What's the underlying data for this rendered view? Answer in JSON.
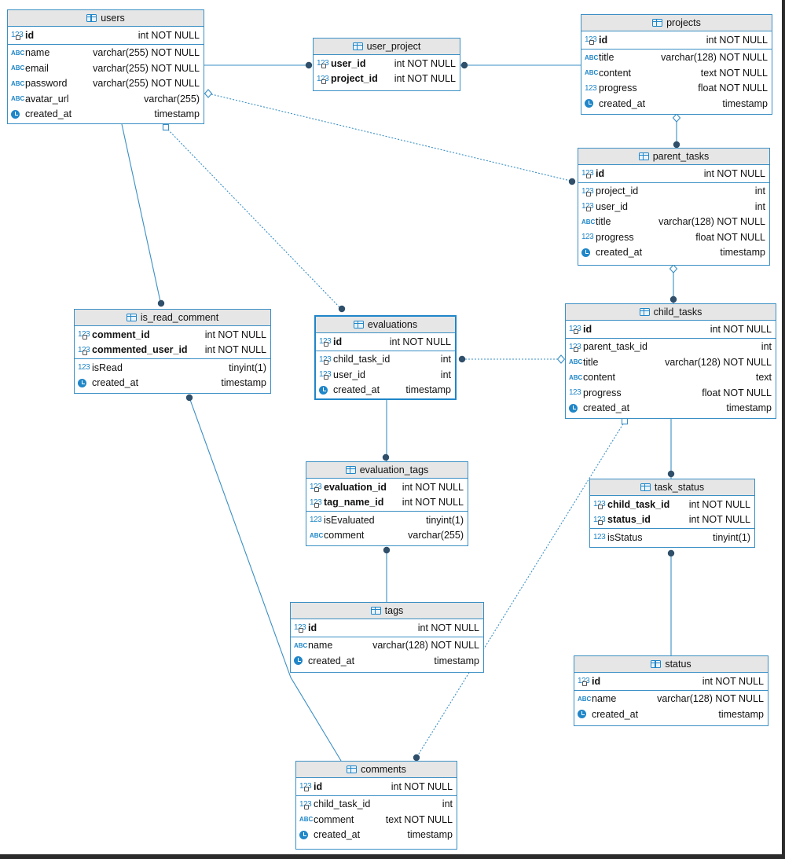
{
  "entities": [
    {
      "key": "users",
      "name": "users",
      "sections": [
        [
          {
            "icon": "pk",
            "name": "id",
            "type": "int NOT NULL",
            "pk": true
          }
        ],
        [
          {
            "icon": "text",
            "name": "name",
            "type": "varchar(255) NOT NULL"
          },
          {
            "icon": "text",
            "name": "email",
            "type": "varchar(255) NOT NULL"
          },
          {
            "icon": "text",
            "name": "password",
            "type": "varchar(255) NOT NULL"
          },
          {
            "icon": "text",
            "name": "avatar_url",
            "type": "varchar(255)"
          },
          {
            "icon": "time",
            "name": "created_at",
            "type": "timestamp"
          }
        ]
      ]
    },
    {
      "key": "user_project",
      "name": "user_project",
      "sections": [
        [
          {
            "icon": "pk",
            "name": "user_id",
            "type": "int NOT NULL",
            "pk": true
          },
          {
            "icon": "pk",
            "name": "project_id",
            "type": "int NOT NULL",
            "pk": true
          }
        ]
      ]
    },
    {
      "key": "projects",
      "name": "projects",
      "sections": [
        [
          {
            "icon": "pk",
            "name": "id",
            "type": "int NOT NULL",
            "pk": true
          }
        ],
        [
          {
            "icon": "text",
            "name": "title",
            "type": "varchar(128) NOT NULL"
          },
          {
            "icon": "text",
            "name": "content",
            "type": "text NOT NULL"
          },
          {
            "icon": "num",
            "name": "progress",
            "type": "float NOT NULL"
          },
          {
            "icon": "time",
            "name": "created_at",
            "type": "timestamp"
          }
        ]
      ]
    },
    {
      "key": "parent_tasks",
      "name": "parent_tasks",
      "sections": [
        [
          {
            "icon": "pk",
            "name": "id",
            "type": "int NOT NULL",
            "pk": true
          }
        ],
        [
          {
            "icon": "fk",
            "name": "project_id",
            "type": "int"
          },
          {
            "icon": "fk",
            "name": "user_id",
            "type": "int"
          },
          {
            "icon": "text",
            "name": "title",
            "type": "varchar(128) NOT NULL"
          },
          {
            "icon": "num",
            "name": "progress",
            "type": "float NOT NULL"
          },
          {
            "icon": "time",
            "name": "created_at",
            "type": "timestamp"
          }
        ]
      ]
    },
    {
      "key": "is_read_comment",
      "name": "is_read_comment",
      "sections": [
        [
          {
            "icon": "pk",
            "name": "comment_id",
            "type": "int NOT NULL",
            "pk": true
          },
          {
            "icon": "pk",
            "name": "commented_user_id",
            "type": "int NOT NULL",
            "pk": true
          }
        ],
        [
          {
            "icon": "num",
            "name": "isRead",
            "type": "tinyint(1)"
          },
          {
            "icon": "time",
            "name": "created_at",
            "type": "timestamp"
          }
        ]
      ]
    },
    {
      "key": "evaluations",
      "name": "evaluations",
      "sections": [
        [
          {
            "icon": "pk",
            "name": "id",
            "type": "int NOT NULL",
            "pk": true
          }
        ],
        [
          {
            "icon": "fk",
            "name": "child_task_id",
            "type": "int"
          },
          {
            "icon": "fk",
            "name": "user_id",
            "type": "int"
          },
          {
            "icon": "time",
            "name": "created_at",
            "type": "timestamp"
          }
        ]
      ]
    },
    {
      "key": "child_tasks",
      "name": "child_tasks",
      "sections": [
        [
          {
            "icon": "pk",
            "name": "id",
            "type": "int NOT NULL",
            "pk": true
          }
        ],
        [
          {
            "icon": "fk",
            "name": "parent_task_id",
            "type": "int"
          },
          {
            "icon": "text",
            "name": "title",
            "type": "varchar(128) NOT NULL"
          },
          {
            "icon": "text",
            "name": "content",
            "type": "text"
          },
          {
            "icon": "num",
            "name": "progress",
            "type": "float NOT NULL"
          },
          {
            "icon": "time",
            "name": "created_at",
            "type": "timestamp"
          }
        ]
      ]
    },
    {
      "key": "evaluation_tags",
      "name": "evaluation_tags",
      "sections": [
        [
          {
            "icon": "pk",
            "name": "evaluation_id",
            "type": "int NOT NULL",
            "pk": true
          },
          {
            "icon": "pk",
            "name": "tag_name_id",
            "type": "int NOT NULL",
            "pk": true
          }
        ],
        [
          {
            "icon": "num",
            "name": "isEvaluated",
            "type": "tinyint(1)"
          },
          {
            "icon": "text",
            "name": "comment",
            "type": "varchar(255)"
          }
        ]
      ]
    },
    {
      "key": "task_status",
      "name": "task_status",
      "sections": [
        [
          {
            "icon": "pk",
            "name": "child_task_id",
            "type": "int NOT NULL",
            "pk": true
          },
          {
            "icon": "pk",
            "name": "status_id",
            "type": "int NOT NULL",
            "pk": true
          }
        ],
        [
          {
            "icon": "num",
            "name": "isStatus",
            "type": "tinyint(1)"
          }
        ]
      ]
    },
    {
      "key": "tags",
      "name": "tags",
      "sections": [
        [
          {
            "icon": "pk",
            "name": "id",
            "type": "int NOT NULL",
            "pk": true
          }
        ],
        [
          {
            "icon": "text",
            "name": "name",
            "type": "varchar(128) NOT NULL"
          },
          {
            "icon": "time",
            "name": "created_at",
            "type": "timestamp"
          }
        ]
      ]
    },
    {
      "key": "status",
      "name": "status",
      "sections": [
        [
          {
            "icon": "pk",
            "name": "id",
            "type": "int NOT NULL",
            "pk": true
          }
        ],
        [
          {
            "icon": "text",
            "name": "name",
            "type": "varchar(128) NOT NULL"
          },
          {
            "icon": "time",
            "name": "created_at",
            "type": "timestamp"
          }
        ]
      ]
    },
    {
      "key": "comments",
      "name": "comments",
      "sections": [
        [
          {
            "icon": "pk",
            "name": "id",
            "type": "int NOT NULL",
            "pk": true
          }
        ],
        [
          {
            "icon": "fk",
            "name": "child_task_id",
            "type": "int"
          },
          {
            "icon": "text",
            "name": "comment",
            "type": "text NOT NULL"
          },
          {
            "icon": "time",
            "name": "created_at",
            "type": "timestamp"
          }
        ]
      ]
    }
  ],
  "relations": [
    {
      "from": "users",
      "to": "user_project",
      "style": "solid"
    },
    {
      "from": "projects",
      "to": "user_project",
      "style": "solid"
    },
    {
      "from": "users",
      "to": "parent_tasks",
      "style": "dotted"
    },
    {
      "from": "projects",
      "to": "parent_tasks",
      "style": "solid"
    },
    {
      "from": "parent_tasks",
      "to": "child_tasks",
      "style": "solid"
    },
    {
      "from": "users",
      "to": "is_read_comment",
      "style": "solid"
    },
    {
      "from": "users",
      "to": "evaluations",
      "style": "dotted"
    },
    {
      "from": "child_tasks",
      "to": "evaluations",
      "style": "dotted"
    },
    {
      "from": "evaluations",
      "to": "evaluation_tags",
      "style": "solid"
    },
    {
      "from": "tags",
      "to": "evaluation_tags",
      "style": "solid"
    },
    {
      "from": "child_tasks",
      "to": "task_status",
      "style": "solid"
    },
    {
      "from": "status",
      "to": "task_status",
      "style": "solid"
    },
    {
      "from": "comments",
      "to": "is_read_comment",
      "style": "solid"
    },
    {
      "from": "child_tasks",
      "to": "comments",
      "style": "dotted"
    }
  ]
}
